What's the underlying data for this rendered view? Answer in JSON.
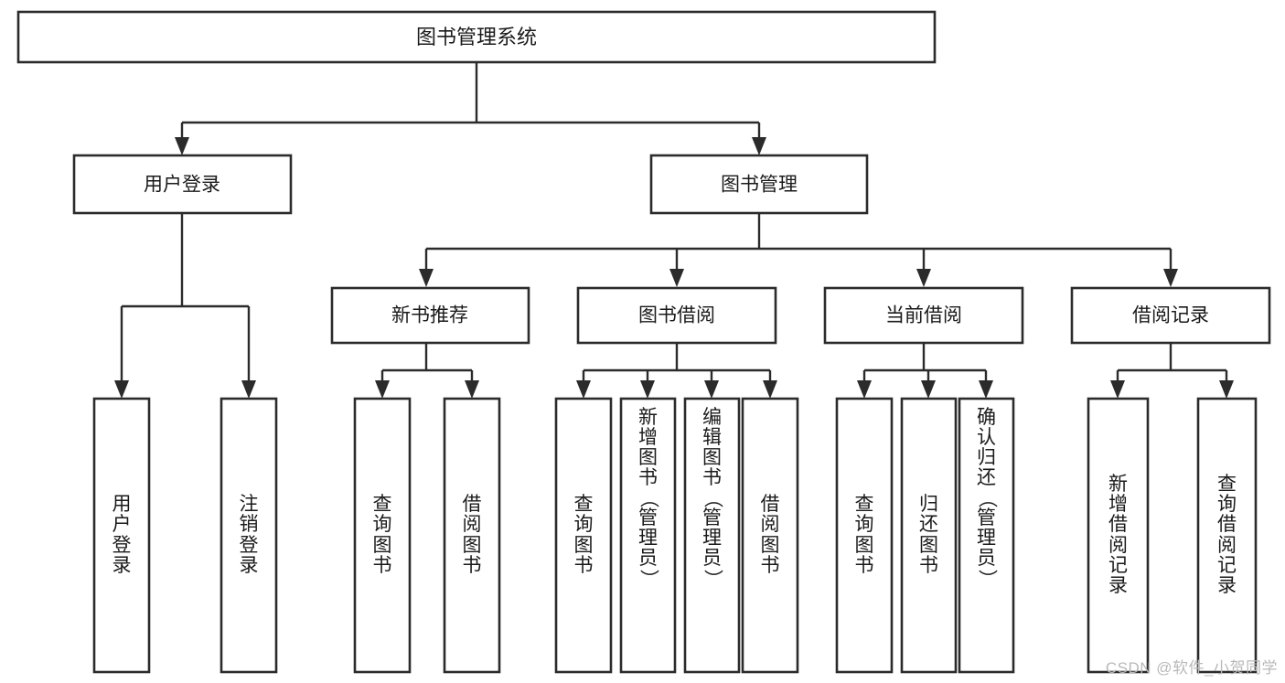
{
  "diagram": {
    "type": "tree",
    "title": "图书管理系统",
    "watermark": "CSDN @软件_小贺同学",
    "colors": {
      "stroke": "#2b2b2b",
      "box_fill": "#ffffff",
      "text": "#1a1a1a",
      "background": "#ffffff",
      "watermark": "#b9b9b9"
    },
    "root": {
      "label": "图书管理系统"
    },
    "level2": [
      {
        "label": "用户登录"
      },
      {
        "label": "图书管理"
      }
    ],
    "level3": [
      {
        "label": "新书推荐"
      },
      {
        "label": "图书借阅"
      },
      {
        "label": "当前借阅"
      },
      {
        "label": "借阅记录"
      }
    ],
    "leaves": {
      "user_login": [
        {
          "label": "用户登录"
        },
        {
          "label": "注销登录"
        }
      ],
      "new_book_recommend": [
        {
          "label": "查询图书"
        },
        {
          "label": "借阅图书"
        }
      ],
      "book_borrow": [
        {
          "label": "查询图书"
        },
        {
          "label": "新增图书（管理员）"
        },
        {
          "label": "编辑图书（管理员）"
        },
        {
          "label": "借阅图书"
        }
      ],
      "current_borrow": [
        {
          "label": "查询图书"
        },
        {
          "label": "归还图书"
        },
        {
          "label": "确认归还（管理员）"
        }
      ],
      "borrow_record": [
        {
          "label": "新增借阅记录"
        },
        {
          "label": "查询借阅记录"
        }
      ]
    }
  }
}
